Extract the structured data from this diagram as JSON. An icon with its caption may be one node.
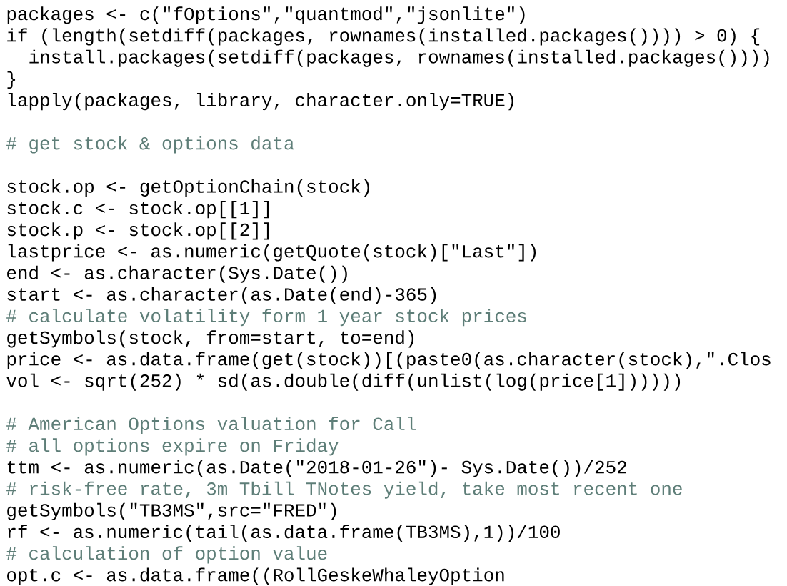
{
  "diagram": {
    "labels": [
      "packages <- c(\"fOptions\",\"quantmod\",\"jsonlite\")",
      "if (length(setdiff(packages, rownames(installed.packages()))) > 0) {",
      "install.packages(setdiff(packages, rownames(installed.packages())))",
      "}",
      "lapply(packages, library, character.only=TRUE)",
      "# get stock & options data",
      "stock.op <- getOptionChain(stock)",
      "stock.c <- stock.op[[1]]",
      "stock.p <- stock.op[[2]]",
      "lastprice <- as.numeric(getQuote(stock)[\"Last\"])",
      "end <- as.character(Sys.Date())",
      "start <- as.character(as.Date(end)-365)",
      "# calculate volatility form 1 year stock prices",
      "getSymbols(stock, from=start, to=end)",
      "price <- as.data.frame(get(stock))[(paste0(as.character(stock),\".Clos",
      "vol <- sqrt(252) * sd(as.double(diff(unlist(log(price[1])))))",
      "# American Options valuation for Call",
      "# all options expire on Friday",
      "ttm <- as.numeric(as.Date(\"2018-01-26\")- Sys.Date())/252",
      "# risk-free rate, 3m Tbill TNotes yield, take most recent one",
      "getSymbols(\"TB3MS\",src=\"FRED\")",
      "rf <- as.numeric(tail(as.data.frame(TB3MS),1))/100",
      "# calculation of option value",
      "opt.c <- as.data.frame((RollGeskeWhaleyOption"
    ]
  }
}
